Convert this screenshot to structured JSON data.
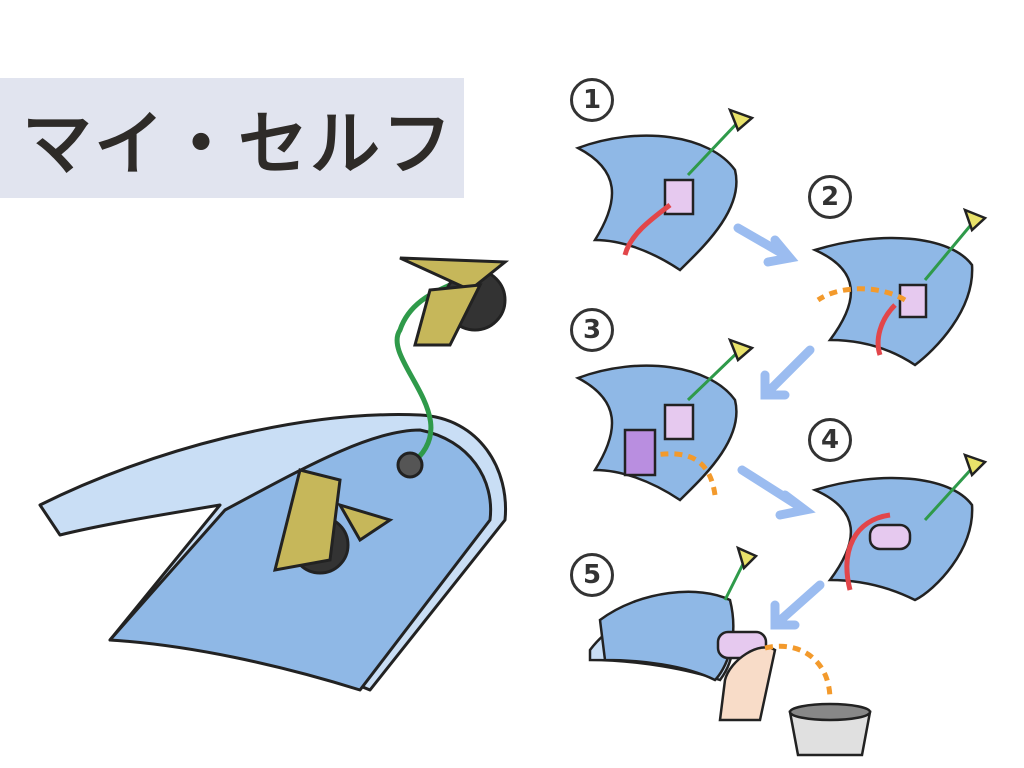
{
  "title": "マイ・セルフ",
  "steps": [
    {
      "number": "1"
    },
    {
      "number": "2"
    },
    {
      "number": "3"
    },
    {
      "number": "4"
    },
    {
      "number": "5"
    }
  ],
  "colors": {
    "sheet": "#8fb8e6",
    "sheet_light": "#c9def5",
    "clip": "#c6b75a",
    "cord": "#2f9a4a",
    "arrow_blue": "#9bbcf0",
    "arrow_red": "#e2464a",
    "arrow_orange": "#f39a2c",
    "pad": "#e6c9ef"
  }
}
